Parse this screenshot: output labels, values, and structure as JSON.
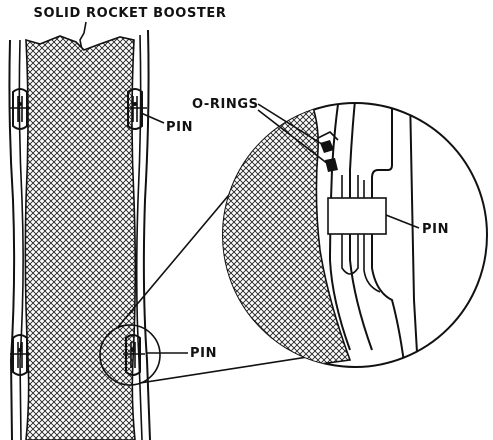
{
  "labels": {
    "title": "SOLID ROCKET BOOSTER",
    "o_rings": "O-RINGS",
    "pin_top": "PIN",
    "pin_bottom": "PIN",
    "pin_detail": "PIN"
  },
  "colors": {
    "ink": "#111111",
    "background": "#ffffff",
    "hatch": "#222222"
  }
}
